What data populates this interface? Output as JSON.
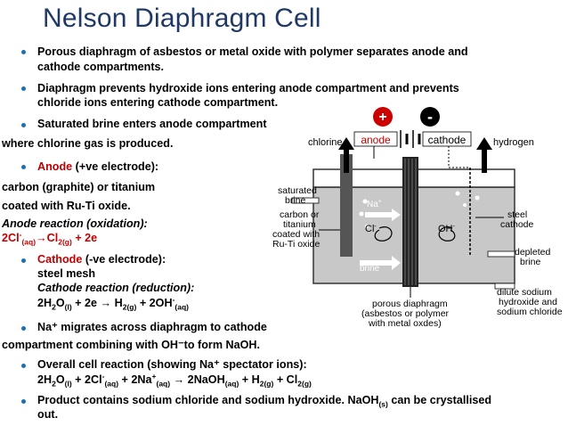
{
  "slide": {
    "title": "Nelson Diaphragm Cell",
    "lines": {
      "l1a": "Porous diaphragm of asbestos or metal oxide with polymer separates anode and",
      "l1b": "cathode compartments.",
      "l2a": "Diaphragm prevents hydroxide ions entering anode compartment and prevents",
      "l2b": "chloride ions entering cathode compartment.",
      "l3": "Saturated brine enters anode compartment",
      "l4": "where chlorine gas is produced.",
      "l5_red": "Anode",
      "l5_rest": " (+ve electrode):",
      "l6": "carbon (graphite) or titanium",
      "l7": " coated with Ru-Ti oxide.",
      "l8": "Anode reaction (oxidation):",
      "l10_red": "Cathode",
      "l10_rest": " (-ve  electrode):",
      "l11": "steel mesh",
      "l12": "Cathode reaction (reduction):",
      "l14": "Na⁺ migrates across diaphragm to cathode",
      "l15": " compartment combining with OH⁻to form NaOH.",
      "l16": "Overall cell reaction (showing Na⁺ spectator ions):",
      "l18a": "Product contains sodium chloride and sodium hydroxide. NaOH",
      "l18b": "can be crystallised",
      "l18c": "out."
    },
    "equations": {
      "anode": "2Cl⁻(aq) → Cl2(g) + 2e",
      "cathode": "2H2O(l) + 2e → H2(g) + 2OH⁻(aq)",
      "overall": "2H2O(l) + 2Cl⁻(aq) + 2Na⁺(aq) → 2NaOH(aq) + H2(g) + Cl2(g)"
    }
  },
  "diagram": {
    "plus": "+",
    "minus": "-",
    "anode": "anode",
    "cathode": "cathode",
    "chlorine": "chlorine",
    "hydrogen": "hydrogen",
    "saturated": "saturated",
    "brine_in": "brine",
    "carbon1": "carbon or",
    "carbon2": "titanium",
    "carbon3": "coated with",
    "carbon4": "Ru-Ti oxide",
    "na_ion": "Na",
    "cl_ion": "Cl",
    "oh_ion": "OH",
    "brine_flow": "brine",
    "steel1": "steel",
    "steel2": "cathode",
    "depleted1": "depleted",
    "depleted2": "brine",
    "dilute1": "dilute sodium",
    "dilute2": "hydroxide and",
    "dilute3": "sodium chloride",
    "porous1": "porous diaphragm",
    "porous2": "(asbestos or polymer",
    "porous3": "with metal oxdes)",
    "colors": {
      "red": "#cc0000",
      "title": "#1f3864",
      "bullet": "#1e6fb0",
      "tank": "#c8c8c8"
    }
  }
}
